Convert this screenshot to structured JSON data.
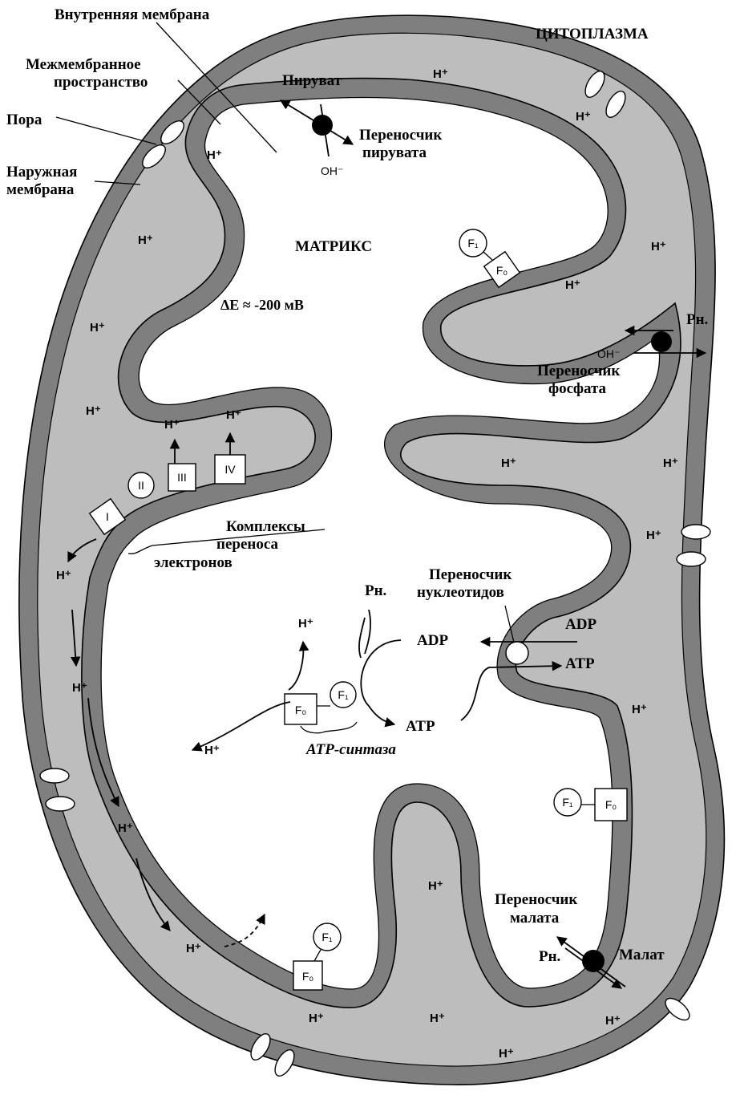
{
  "labels": {
    "inner_membrane": "Внутренняя мембрана",
    "cytoplasm": "ЦИТОПЛАЗМА",
    "intermembrane_1": "Межмембранное",
    "intermembrane_2": "пространство",
    "pore": "Пора",
    "outer_membrane_1": "Наружная",
    "outer_membrane_2": "мембрана",
    "pyruvate": "Пируват",
    "pyruvate_carrier_1": "Переносчик",
    "pyruvate_carrier_2": "пирувата",
    "hydroxide": "OH⁻",
    "matrix": "МАТРИКС",
    "delta_e": "ΔE ≈ -200 мВ",
    "phosphate_symbol": "Pн.",
    "phosphate_carrier_1": "Переносчик",
    "phosphate_carrier_2": "фосфата",
    "complexes_1": "Комплексы",
    "complexes_2": "переноса",
    "complexes_3": "электронов",
    "nucleotide_carrier_1": "Переносчик",
    "nucleotide_carrier_2": "нуклеотидов",
    "adp": "ADP",
    "atp": "ATP",
    "atp_synthase": "ATP-синтаза",
    "malate_carrier_1": "Переносчик",
    "malate_carrier_2": "малата",
    "malate": "Малат",
    "proton": "H⁺"
  },
  "complexes": {
    "c1": "I",
    "c2": "II",
    "c3": "III",
    "c4": "IV"
  },
  "atp_parts": {
    "f0": "F₀",
    "f1": "F₁"
  },
  "colors": {
    "membrane": "#7f7f7f",
    "intermembrane": "#bdbdbd",
    "matrix": "#ffffff",
    "ink": "#000000"
  }
}
